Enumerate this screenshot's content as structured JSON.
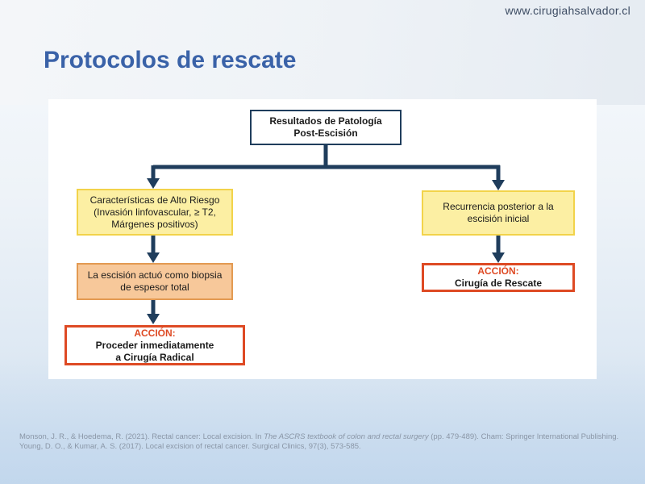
{
  "header": {
    "site_url": "www.cirugiahsalvador.cl",
    "title": "Protocolos de rescate"
  },
  "diagram": {
    "root": {
      "line1": "Resultados de Patología",
      "line2": "Post-Escisión"
    },
    "high_risk": {
      "line1": "Características de Alto Riesgo",
      "line2": "(Invasión linfovascular, ≥ T2,",
      "line3": "Márgenes positivos)"
    },
    "biopsy": {
      "line1": "La escisión actuó como biopsia",
      "line2": "de espesor total"
    },
    "action_left": {
      "keyword": "ACCIÓN:",
      "text1": " Proceder inmediatamente",
      "text2": "a Cirugía Radical"
    },
    "recurrence": {
      "line1": "Recurrencia posterior a la",
      "line2": "escisión inicial"
    },
    "action_right": {
      "keyword": "ACCIÓN:",
      "text": " Cirugía de Rescate"
    },
    "colors": {
      "connector": "#1f3d5c",
      "yellow_fill": "#fcefa3",
      "orange_fill": "#f7c89a",
      "action_border": "#de4a24",
      "title_blue": "#3a62a8"
    }
  },
  "references": {
    "ref1_a": "Monson, J. R., & Hoedema, R. (2021). Rectal cancer: Local excision. In ",
    "ref1_book": "The ASCRS textbook of colon and rectal surgery",
    "ref1_b": " (pp. 479-489). Cham: Springer International Publishing.",
    "ref2": "Young, D. O., & Kumar, A. S. (2017). Local excision of rectal cancer. Surgical Clinics, 97(3), 573-585."
  }
}
